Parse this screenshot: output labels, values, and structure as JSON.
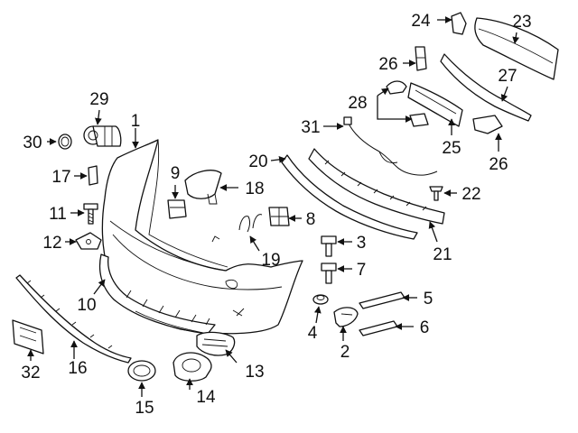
{
  "callouts": [
    {
      "id": "1",
      "label": "1",
      "part": "bumper-cover"
    },
    {
      "id": "2",
      "label": "2",
      "part": "side-bracket"
    },
    {
      "id": "3",
      "label": "3",
      "part": "bolt"
    },
    {
      "id": "4",
      "label": "4",
      "part": "nut"
    },
    {
      "id": "5",
      "label": "5",
      "part": "upper-strip"
    },
    {
      "id": "6",
      "label": "6",
      "part": "lower-strip"
    },
    {
      "id": "7",
      "label": "7",
      "part": "bolt"
    },
    {
      "id": "8",
      "label": "8",
      "part": "clip-bracket"
    },
    {
      "id": "9",
      "label": "9",
      "part": "clip-bracket"
    },
    {
      "id": "10",
      "label": "10",
      "part": "lower-grille"
    },
    {
      "id": "11",
      "label": "11",
      "part": "screw"
    },
    {
      "id": "12",
      "label": "12",
      "part": "bracket"
    },
    {
      "id": "13",
      "label": "13",
      "part": "fog-lamp-grille"
    },
    {
      "id": "14",
      "label": "14",
      "part": "fog-lamp-bezel"
    },
    {
      "id": "15",
      "label": "15",
      "part": "fog-lamp-bezel"
    },
    {
      "id": "16",
      "label": "16",
      "part": "lower-molding"
    },
    {
      "id": "17",
      "label": "17",
      "part": "clip"
    },
    {
      "id": "18",
      "label": "18",
      "part": "tow-hook-cover"
    },
    {
      "id": "19",
      "label": "19",
      "part": "wire-clip"
    },
    {
      "id": "20",
      "label": "20",
      "part": "upper-molding"
    },
    {
      "id": "21",
      "label": "21",
      "part": "support-rail"
    },
    {
      "id": "22",
      "label": "22",
      "part": "push-pin"
    },
    {
      "id": "23",
      "label": "23",
      "part": "impact-bar"
    },
    {
      "id": "24",
      "label": "24",
      "part": "bracket"
    },
    {
      "id": "25",
      "label": "25",
      "part": "energy-absorber"
    },
    {
      "id": "26",
      "label": "26",
      "part": "bracket"
    },
    {
      "id": "26b",
      "label": "26",
      "part": "bracket"
    },
    {
      "id": "27",
      "label": "27",
      "part": "reinforcement"
    },
    {
      "id": "28",
      "label": "28",
      "part": "bracket-set"
    },
    {
      "id": "29",
      "label": "29",
      "part": "park-sensor"
    },
    {
      "id": "30",
      "label": "30",
      "part": "sensor-ring"
    },
    {
      "id": "31",
      "label": "31",
      "part": "wire-harness"
    },
    {
      "id": "32",
      "label": "32",
      "part": "license-bracket"
    }
  ]
}
